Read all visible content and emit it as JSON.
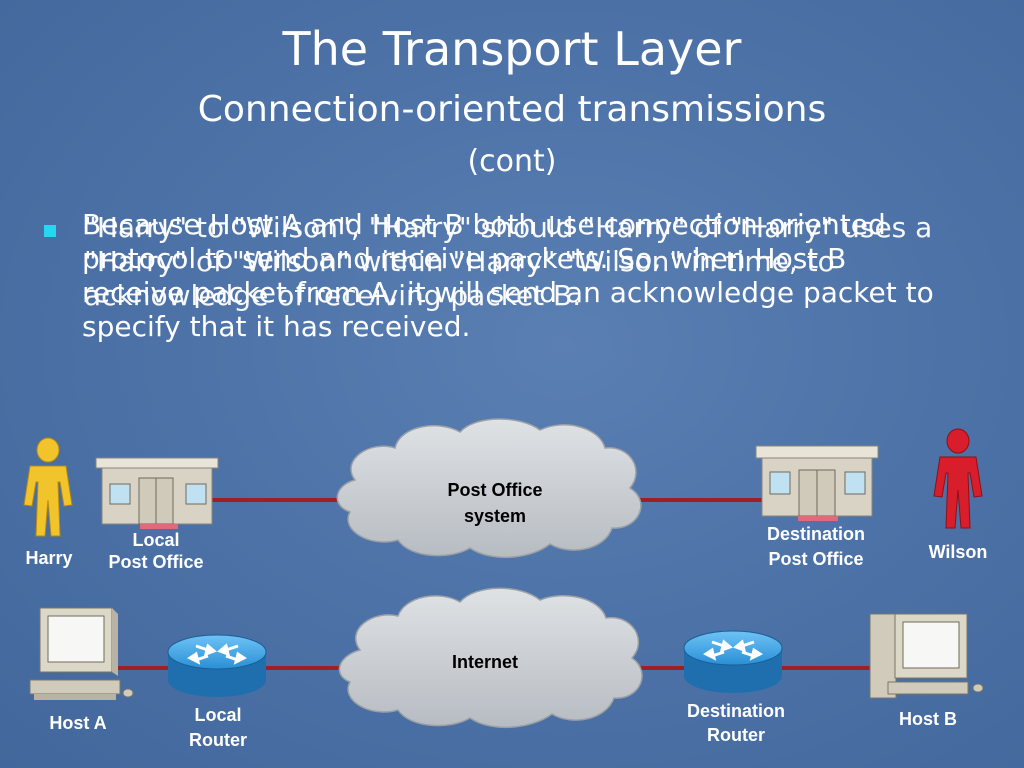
{
  "slide": {
    "title": "The Transport Layer",
    "subtitle": "Connection-oriented transmissions",
    "subtitle_cont": "(cont)"
  },
  "bullet": {
    "text_a": "Because Host A and Host B both use connection-oriented protocol to send and receive packets. So, when Host B receive packet from A, it will send an acknowledge packet to specify that it has received.",
    "text_b": "\"Harry\" to \"Wilson\", \"Harry\" should \"Harry\" of \"Harry\" uses a \"Harry\" of \"Wilson\" within \"Harry\" \"Wilson\" in time, to acknowledge of receiving packet B."
  },
  "diagram": {
    "person_left_label": "Harry",
    "person_right_label": "Wilson",
    "local_post_office_label_1": "Local",
    "local_post_office_label_2": "Post Office",
    "destination_post_office_label_1": "Destination",
    "destination_post_office_label_2": "Post Office",
    "post_cloud_label_1": "Post Office",
    "post_cloud_label_2": "system",
    "internet_cloud_label": "Internet",
    "host_a_label": "Host A",
    "host_b_label": "Host B",
    "local_router_label_1": "Local",
    "local_router_label_2": "Router",
    "dest_router_label_1": "Destination",
    "dest_router_label_2": "Router"
  },
  "colors": {
    "bullet": "#29d6f0",
    "link_line": "#a01f24",
    "person_left": "#f2c42c",
    "person_right": "#d81e2a",
    "router": "#2a8fd6",
    "cloud": "#c8ccd0"
  }
}
